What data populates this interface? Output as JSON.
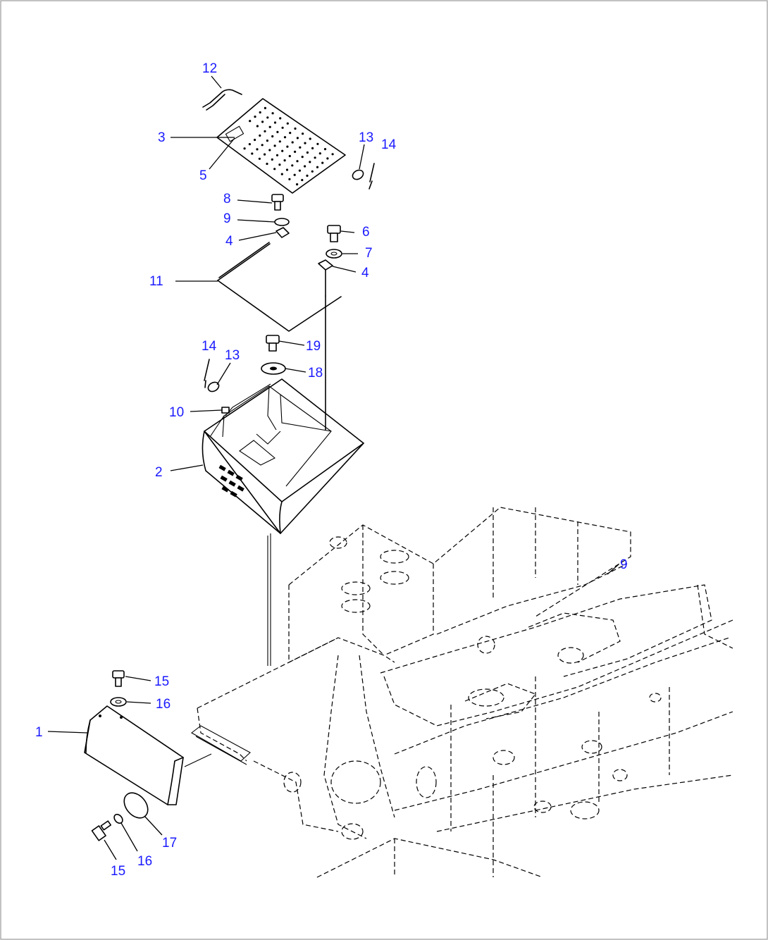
{
  "callouts": [
    {
      "id": "c12",
      "text": "12",
      "part": "12"
    },
    {
      "id": "c3",
      "text": "3",
      "part": "3"
    },
    {
      "id": "c5",
      "text": "5",
      "part": "5"
    },
    {
      "id": "c13a",
      "text": "13",
      "part": "13"
    },
    {
      "id": "c14a",
      "text": "14",
      "part": "14"
    },
    {
      "id": "c8",
      "text": "8",
      "part": "8"
    },
    {
      "id": "c9a",
      "text": "9",
      "part": "9"
    },
    {
      "id": "c6",
      "text": "6",
      "part": "6"
    },
    {
      "id": "c4a",
      "text": "4",
      "part": "4"
    },
    {
      "id": "c7",
      "text": "7",
      "part": "7"
    },
    {
      "id": "c4b",
      "text": "4",
      "part": "4"
    },
    {
      "id": "c11",
      "text": "11",
      "part": "11"
    },
    {
      "id": "c14b",
      "text": "14",
      "part": "14"
    },
    {
      "id": "c19",
      "text": "19",
      "part": "19"
    },
    {
      "id": "c13b",
      "text": "13",
      "part": "13"
    },
    {
      "id": "c18",
      "text": "18",
      "part": "18"
    },
    {
      "id": "c10",
      "text": "10",
      "part": "10"
    },
    {
      "id": "c2",
      "text": "2",
      "part": "2"
    },
    {
      "id": "c9b",
      "text": "9",
      "part": "9"
    },
    {
      "id": "c15a",
      "text": "15",
      "part": "15"
    },
    {
      "id": "c16a",
      "text": "16",
      "part": "16"
    },
    {
      "id": "c1",
      "text": "1",
      "part": "1"
    },
    {
      "id": "c17",
      "text": "17",
      "part": "17"
    },
    {
      "id": "c16b",
      "text": "16",
      "part": "16"
    },
    {
      "id": "c15b",
      "text": "15",
      "part": "15"
    }
  ],
  "colors": {
    "callout": "#1a1aff",
    "line": "#000000",
    "frame": "#9a9a9a"
  }
}
